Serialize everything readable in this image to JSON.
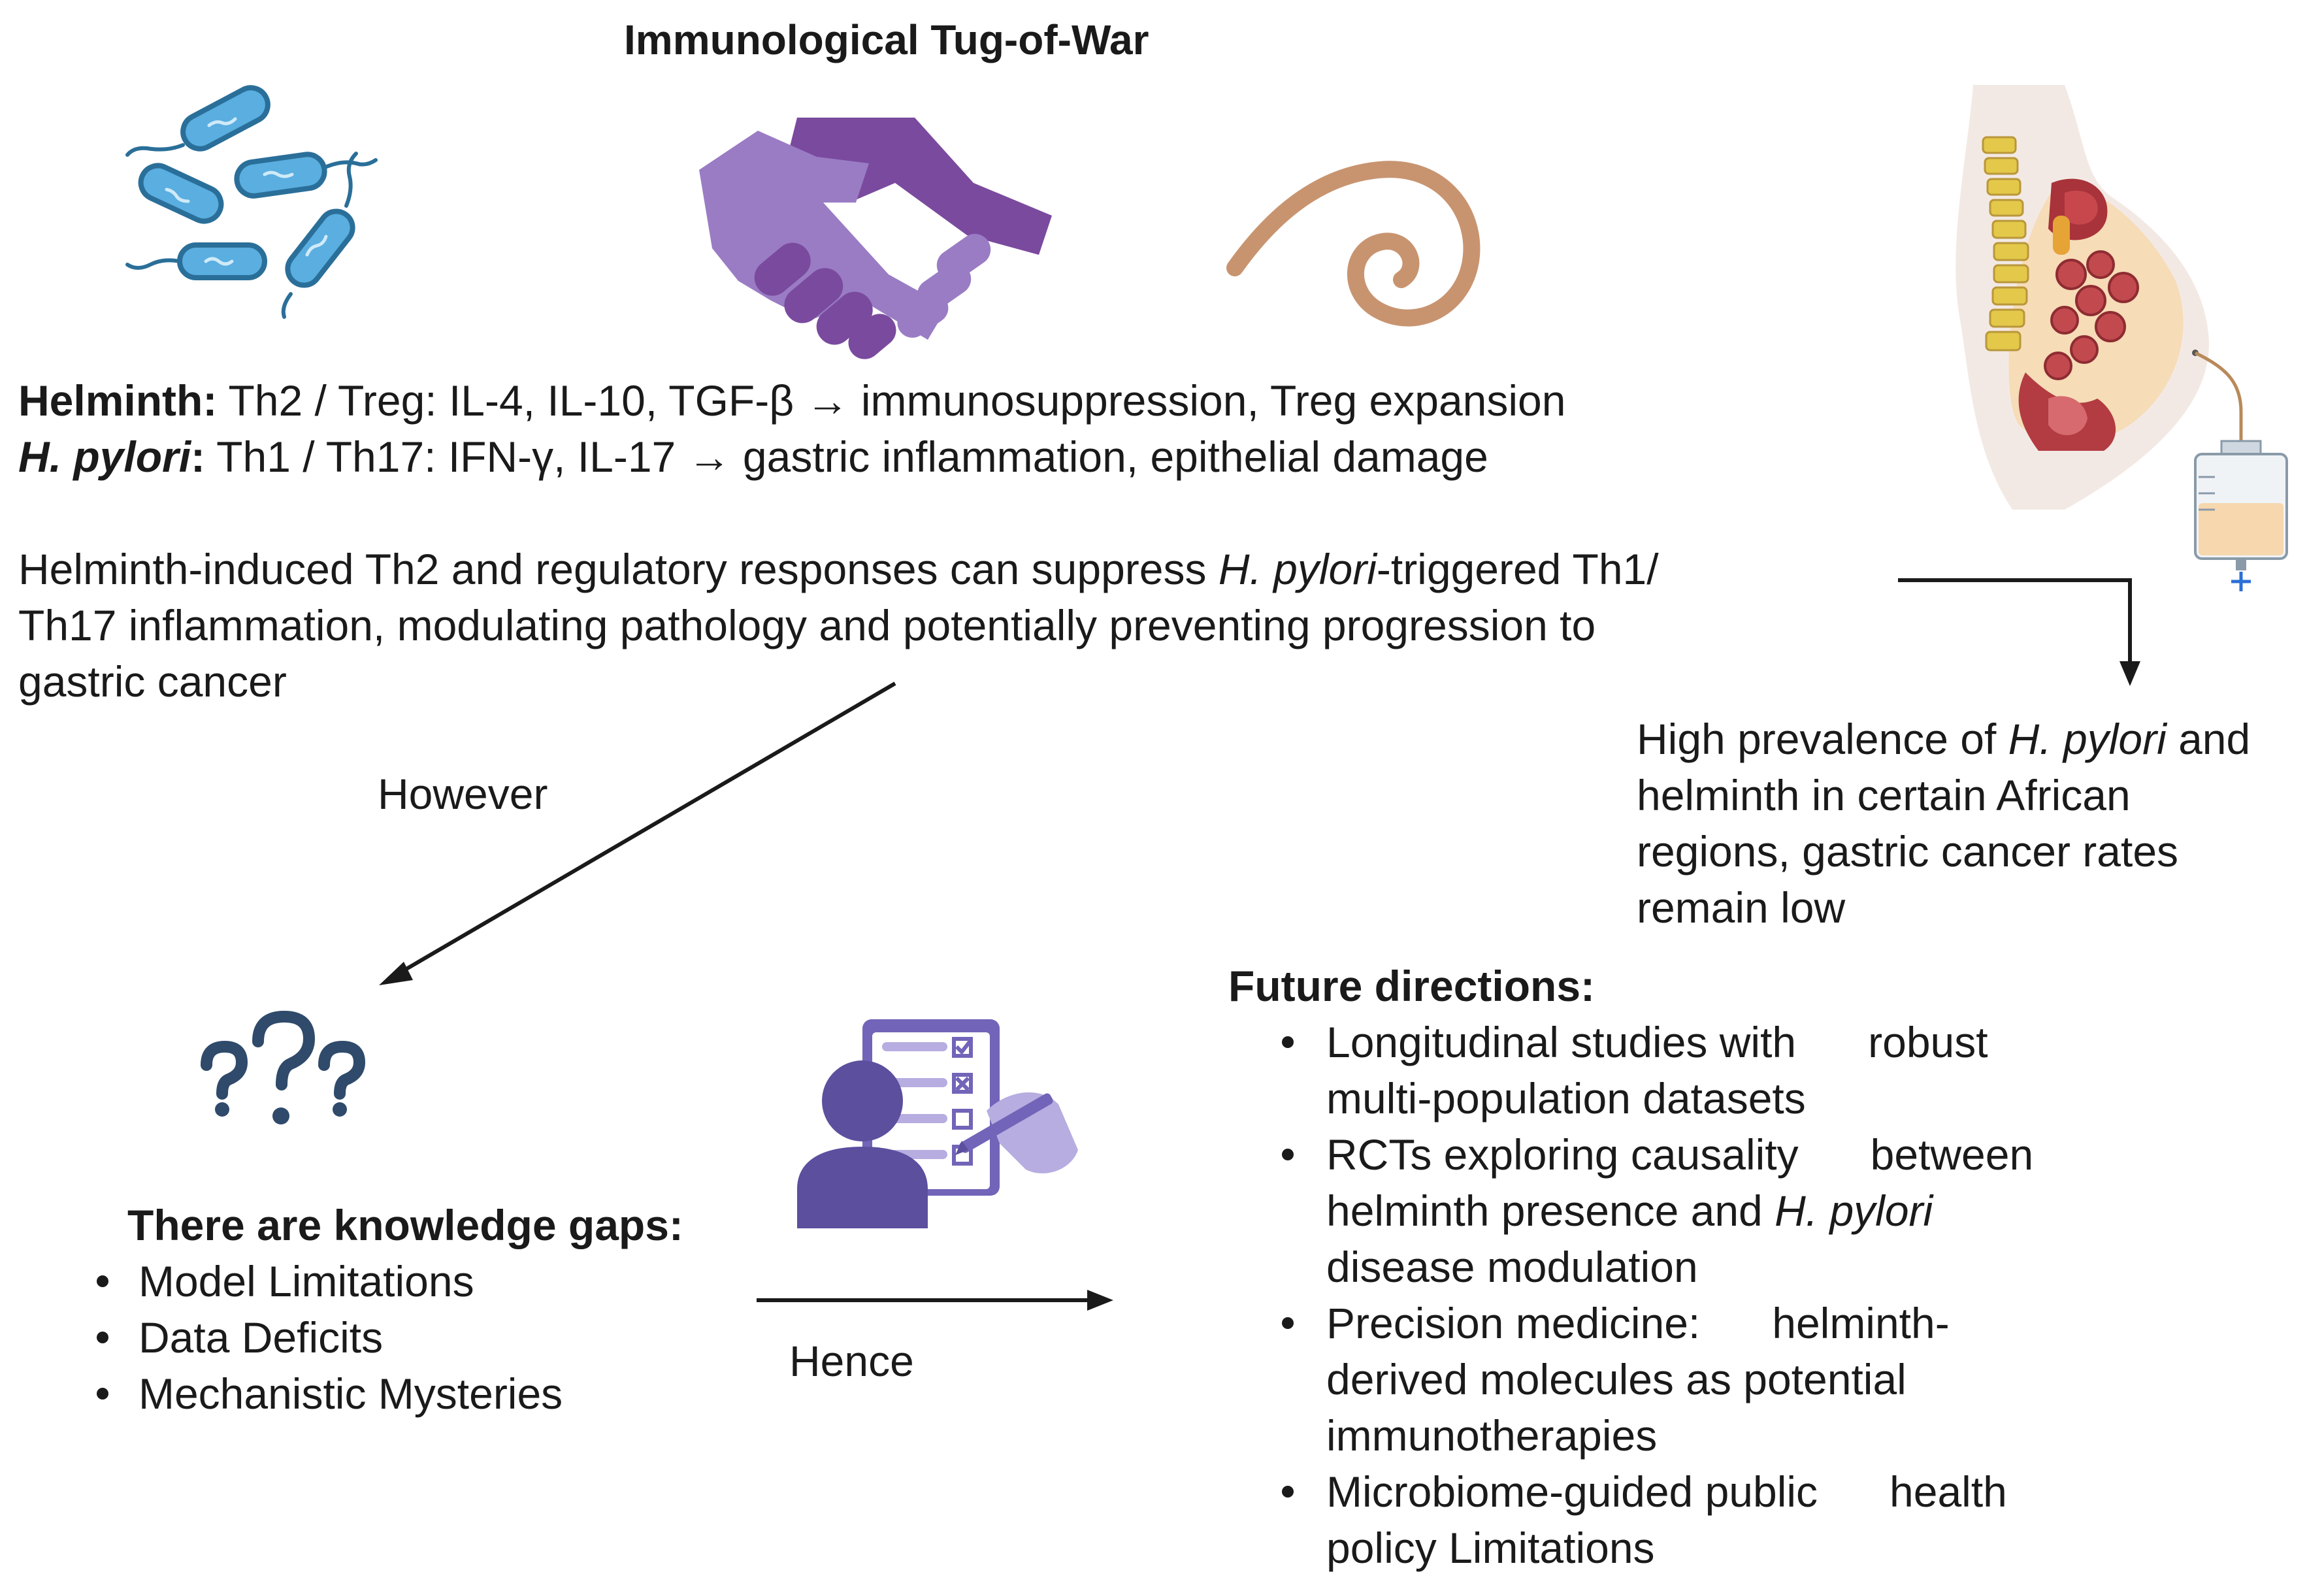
{
  "title": "Immunological Tug-of-War",
  "helminth_line": {
    "label": "Helminth:",
    "text": " Th2 / Treg: IL-4, IL-10, TGF-β → immunosuppression, Treg expansion"
  },
  "hpylori_line": {
    "label": "H. pylori",
    "colon": ":",
    "text": " Th1 / Th17: IFN-γ, IL-17 → gastric inflammation, epithelial damage"
  },
  "suppression_text": {
    "line1_a": "Helminth-induced Th2 and regulatory responses can suppress ",
    "line1_italic": "H. pylori",
    "line1_b": "-triggered Th1/",
    "line2": "Th17 inflammation, modulating pathology and potentially preventing progression to",
    "line3": "gastric cancer"
  },
  "however_label": "However",
  "hence_label": "Hence",
  "prevalence": {
    "line1_a": "High prevalence of ",
    "line1_italic": "H. pylori",
    "line1_b": " and",
    "line2": "helminth in certain African",
    "line3": "regions, gastric cancer rates",
    "line4": "remain low"
  },
  "knowledge_gaps": {
    "heading": "There are knowledge gaps:",
    "items": [
      "Model Limitations",
      "Data Deficits",
      "Mechanistic Mysteries"
    ]
  },
  "future_directions": {
    "heading": "Future directions:",
    "item1_l1a": "Longitudinal studies with",
    "item1_l1b": "robust",
    "item1_l2": "multi-population datasets",
    "item2_l1a": "RCTs exploring causality",
    "item2_l1b": "between",
    "item2_l2a": "helminth presence and ",
    "item2_l2italic": "H. pylori",
    "item2_l3": "disease modulation",
    "item3_l1a": "Precision medicine:",
    "item3_l1b": "helminth-",
    "item3_l2": "derived molecules as potential",
    "item3_l3": "immunotherapies",
    "item4_l1a": "Microbiome-guided public",
    "item4_l1b": "health",
    "item4_l2": "policy Limitations"
  },
  "colors": {
    "bacteria_fill": "#5aaee0",
    "bacteria_outline": "#2a6f99",
    "handshake_light": "#9a7cc4",
    "handshake_dark": "#7a4a9e",
    "worm": "#c89470",
    "question_marks": "#2f4a6a",
    "person": "#5b4f9e",
    "arrow": "#1a1a1a"
  },
  "icons": [
    "bacteria-icon",
    "handshake-icon",
    "helminth-worm-icon",
    "anatomy-feeding-tube-icon",
    "question-marks-icon",
    "person-checklist-icon"
  ]
}
